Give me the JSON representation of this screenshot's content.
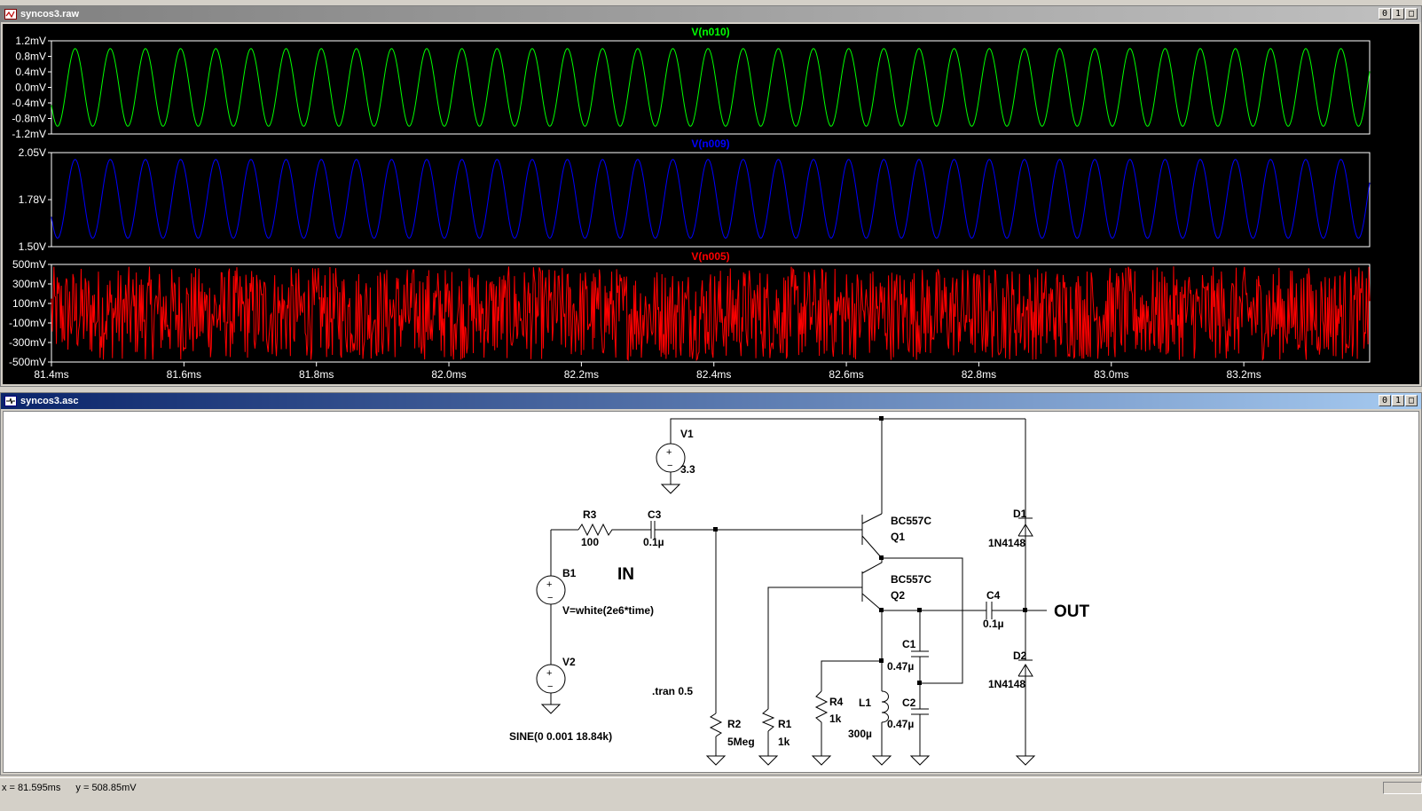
{
  "plot_window": {
    "title": "syncos3.raw",
    "buttons": [
      "0",
      "1",
      "□"
    ],
    "x_ticks": [
      "81.4ms",
      "81.6ms",
      "81.8ms",
      "82.0ms",
      "82.2ms",
      "82.4ms",
      "82.6ms",
      "82.8ms",
      "83.0ms",
      "83.2ms"
    ],
    "x_range_ms": [
      81.4,
      83.39
    ],
    "panes": [
      {
        "trace": "V(n010)",
        "color": "#00ff00",
        "y_ticks": [
          "1.2mV",
          "0.8mV",
          "0.4mV",
          "0.0mV",
          "-0.4mV",
          "-0.8mV",
          "-1.2mV"
        ],
        "y_range": [
          -1.2,
          1.2
        ],
        "type": "sine",
        "amplitude": 1.0,
        "offset": 0.0,
        "frequency_khz": 18.84
      },
      {
        "trace": "V(n009)",
        "color": "#0000ff",
        "y_ticks": [
          "2.05V",
          "1.78V",
          "1.50V"
        ],
        "y_range": [
          1.5,
          2.05
        ],
        "type": "sine",
        "amplitude": 0.23,
        "offset": 1.78,
        "frequency_khz": 18.84
      },
      {
        "trace": "V(n005)",
        "color": "#ff0000",
        "y_ticks": [
          "500mV",
          "300mV",
          "100mV",
          "-100mV",
          "-300mV",
          "-500mV"
        ],
        "y_range": [
          -500,
          500
        ],
        "type": "noise",
        "amplitude": 480,
        "offset": 0
      }
    ]
  },
  "schematic_window": {
    "title": "syncos3.asc",
    "buttons": [
      "0",
      "1",
      "□"
    ],
    "components": [
      {
        "ref": "V1",
        "value": "3.3"
      },
      {
        "ref": "R3",
        "value": "100"
      },
      {
        "ref": "C3",
        "value": "0.1µ"
      },
      {
        "ref": "B1",
        "value": "V=white(2e6*time)"
      },
      {
        "ref": "V2",
        "value": "SINE(0 0.001 18.84k)"
      },
      {
        "ref": "Q1",
        "value": "BC557C"
      },
      {
        "ref": "Q2",
        "value": "BC557C"
      },
      {
        "ref": "C4",
        "value": "0.1µ"
      },
      {
        "ref": "C1",
        "value": "0.47µ"
      },
      {
        "ref": "C2",
        "value": "0.47µ"
      },
      {
        "ref": "L1",
        "value": "300µ"
      },
      {
        "ref": "R4",
        "value": "1k"
      },
      {
        "ref": "R2",
        "value": "5Meg"
      },
      {
        "ref": "R1",
        "value": "1k"
      },
      {
        "ref": "D1",
        "value": "1N4148"
      },
      {
        "ref": "D2",
        "value": "1N4148"
      }
    ],
    "labels": {
      "in": "IN",
      "out": "OUT",
      "directive": ".tran 0.5"
    }
  },
  "status": {
    "x": "x = 81.595ms",
    "y": "y = 508.85mV"
  }
}
